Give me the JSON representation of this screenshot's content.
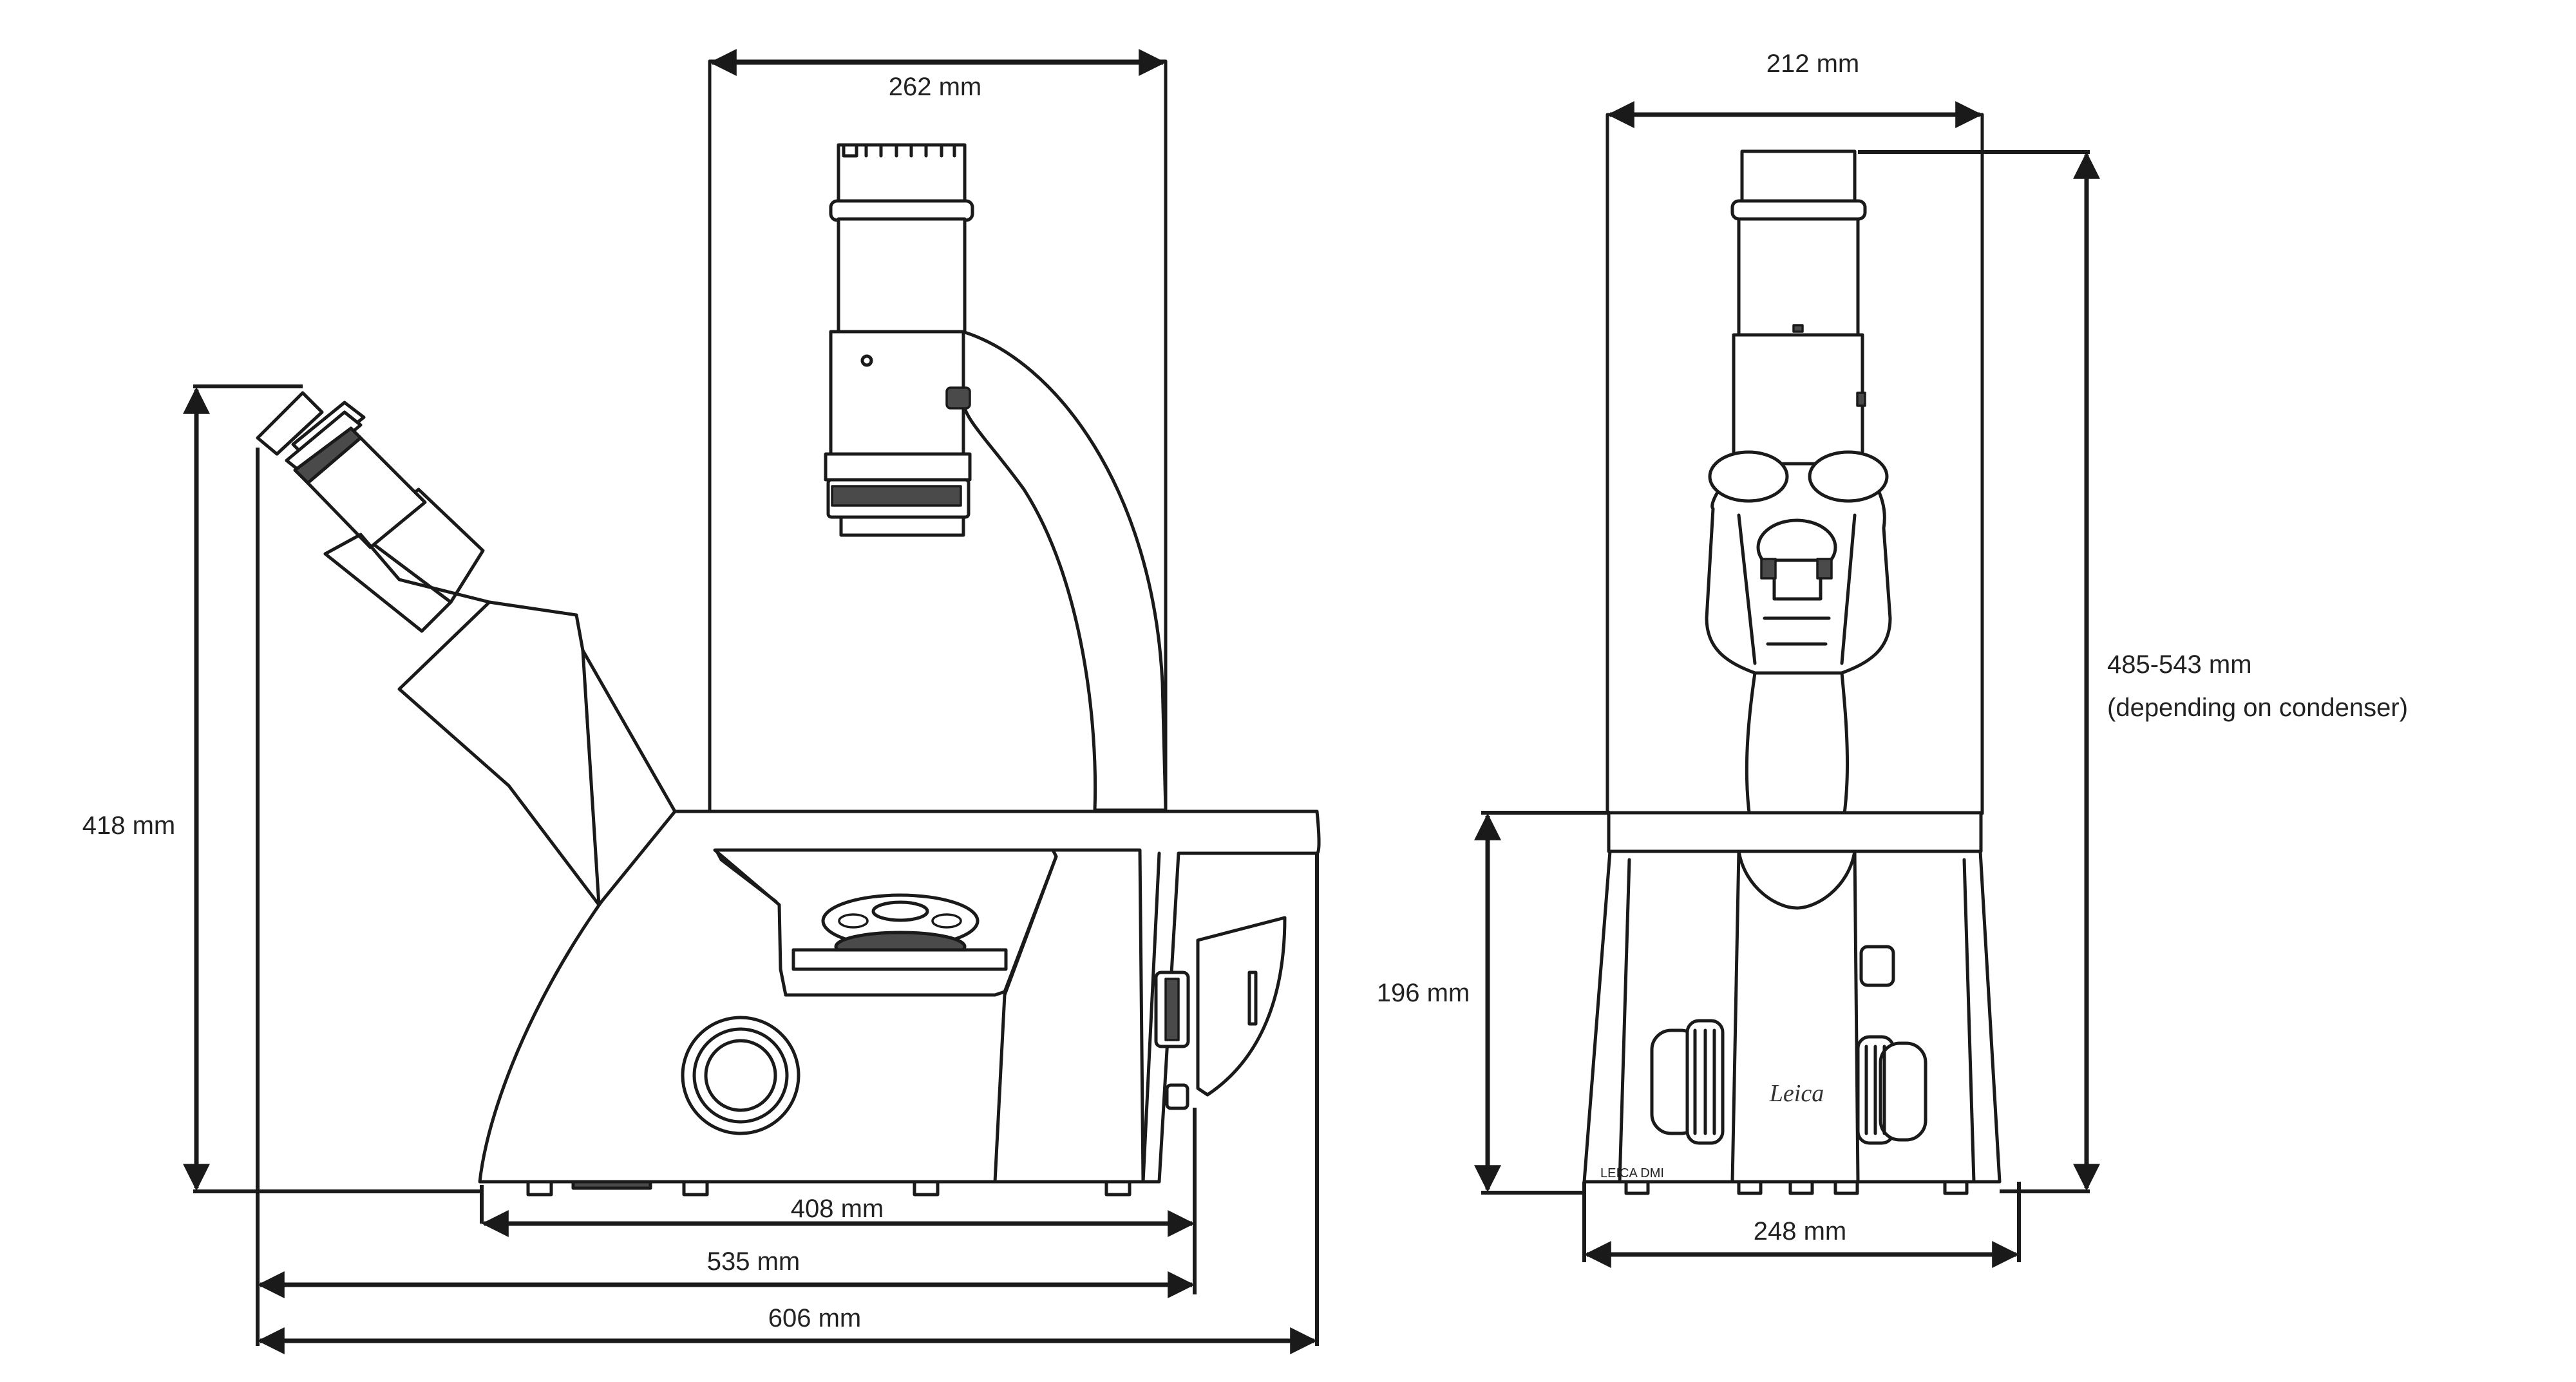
{
  "dimensions": {
    "side_top_width": "262 mm",
    "side_height": "418 mm",
    "side_base_width": "408 mm",
    "side_mid_width": "535 mm",
    "side_total_width": "606 mm",
    "front_top_width": "212 mm",
    "front_lower_height": "196 mm",
    "front_total_height": "485-543 mm",
    "front_total_height_note": "(depending on condenser)",
    "front_base_width": "248 mm"
  },
  "imprint": {
    "model": "LEICA DMI",
    "logo": "Leica"
  },
  "colors": {
    "line": "#1a1a1a",
    "background": "#ffffff"
  }
}
